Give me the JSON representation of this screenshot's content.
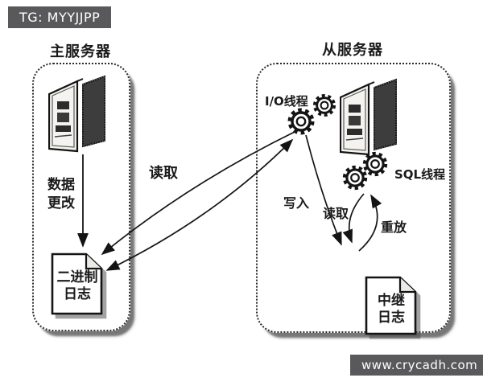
{
  "badges": {
    "top_left": {
      "text": "TG: MYYJJPP",
      "bg": "#59595b",
      "fg": "#ffffff"
    },
    "bottom_right": {
      "text": "www.crycadh.com",
      "bg": "#59595b",
      "fg": "#ffffff"
    }
  },
  "master": {
    "title": "主服务器",
    "server_icon": "server-tower-icon",
    "data_change": {
      "line1": "数据",
      "line2": "更改"
    },
    "binlog": {
      "icon": "document-icon",
      "line1": "二进制",
      "line2": "日志"
    }
  },
  "slave": {
    "title": "从服务器",
    "server_icon": "server-tower-icon",
    "io_thread_label": "I/O线程",
    "io_thread_icon": "gears-icon",
    "sql_thread_label": "SQL线程",
    "sql_thread_icon": "gears-icon",
    "relay_log": {
      "icon": "document-icon",
      "line1": "中继",
      "line2": "日志"
    }
  },
  "arrows": {
    "read_binlog_label": "读取",
    "write_label": "写入",
    "read_relay_label": "读取",
    "replay_label": "重放"
  },
  "colors": {
    "ink": "#1a1a1a",
    "badge_bg": "#59595b",
    "background": "#ffffff"
  }
}
